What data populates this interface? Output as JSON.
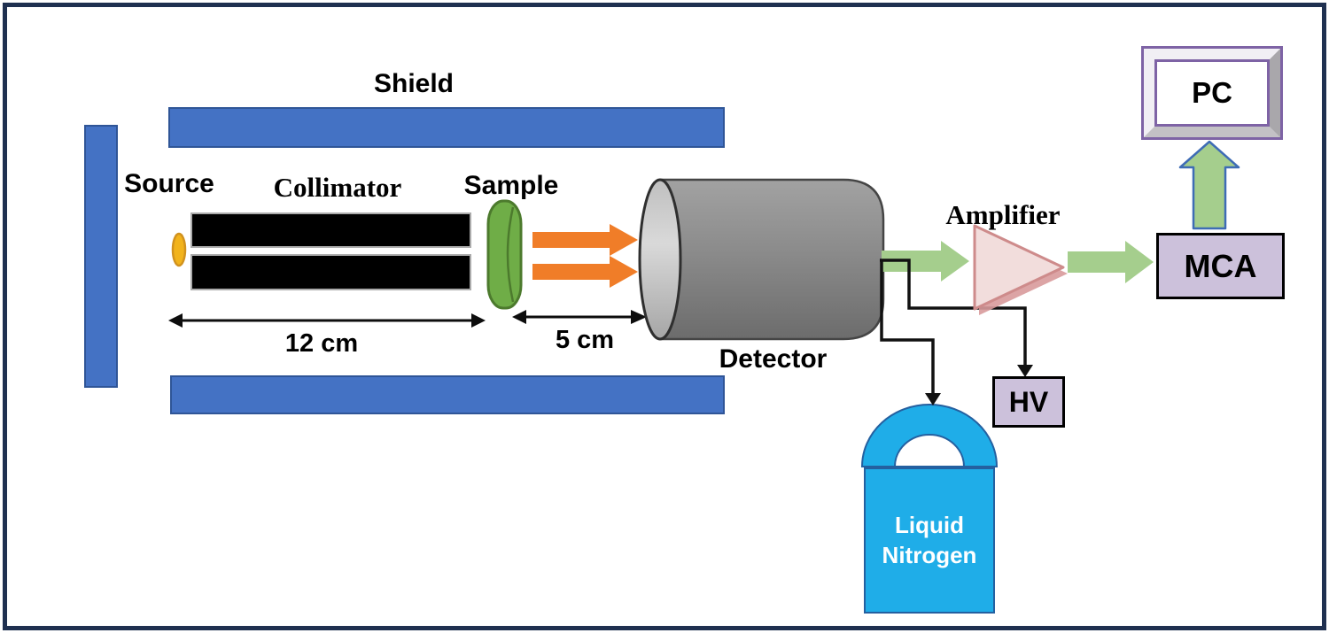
{
  "labels": {
    "shield": "Shield",
    "source": "Source",
    "collimator": "Collimator",
    "sample": "Sample",
    "detector": "Detector",
    "amplifier": "Amplifier",
    "mca": "MCA",
    "hv": "HV",
    "pc": "PC",
    "liquid_nitrogen": {
      "line1": "Liquid",
      "line2": "Nitrogen"
    }
  },
  "dimensions": {
    "source_to_sample": "12 cm",
    "sample_to_detector": "5 cm"
  },
  "colors": {
    "navy": "#1F3050",
    "bar-blue": "#4472C4",
    "bar-blue-edge": "#2F5597",
    "collimator-black": "#000000",
    "collimator-edge": "#ABABAB",
    "source-gold": "#F2B31B",
    "source-gold-edge": "#D1921E",
    "sample-green": "#6FAD47",
    "sample-green-edge": "#4C7A2D",
    "beam-orange": "#F07D28",
    "detector-edge": "#454545",
    "signal-green": "#A5CE8D",
    "up-arrow-edge": "#3E6CB5",
    "amp-pink": "#F2DDDC",
    "amp-pink-edge": "#CE8B8B",
    "amp-pink-shadow": "#D89A9B",
    "module-lavender": "#CCC1DB",
    "dewar-cyan": "#1FADE8",
    "dewar-edge": "#2460A0",
    "wire-black": "#111111",
    "pc-purple": "#7E63A5",
    "bevel-light": "#F1EFF4",
    "bevel-right": "#A9A7AB",
    "bevel-bottom": "#C3C1C5"
  }
}
